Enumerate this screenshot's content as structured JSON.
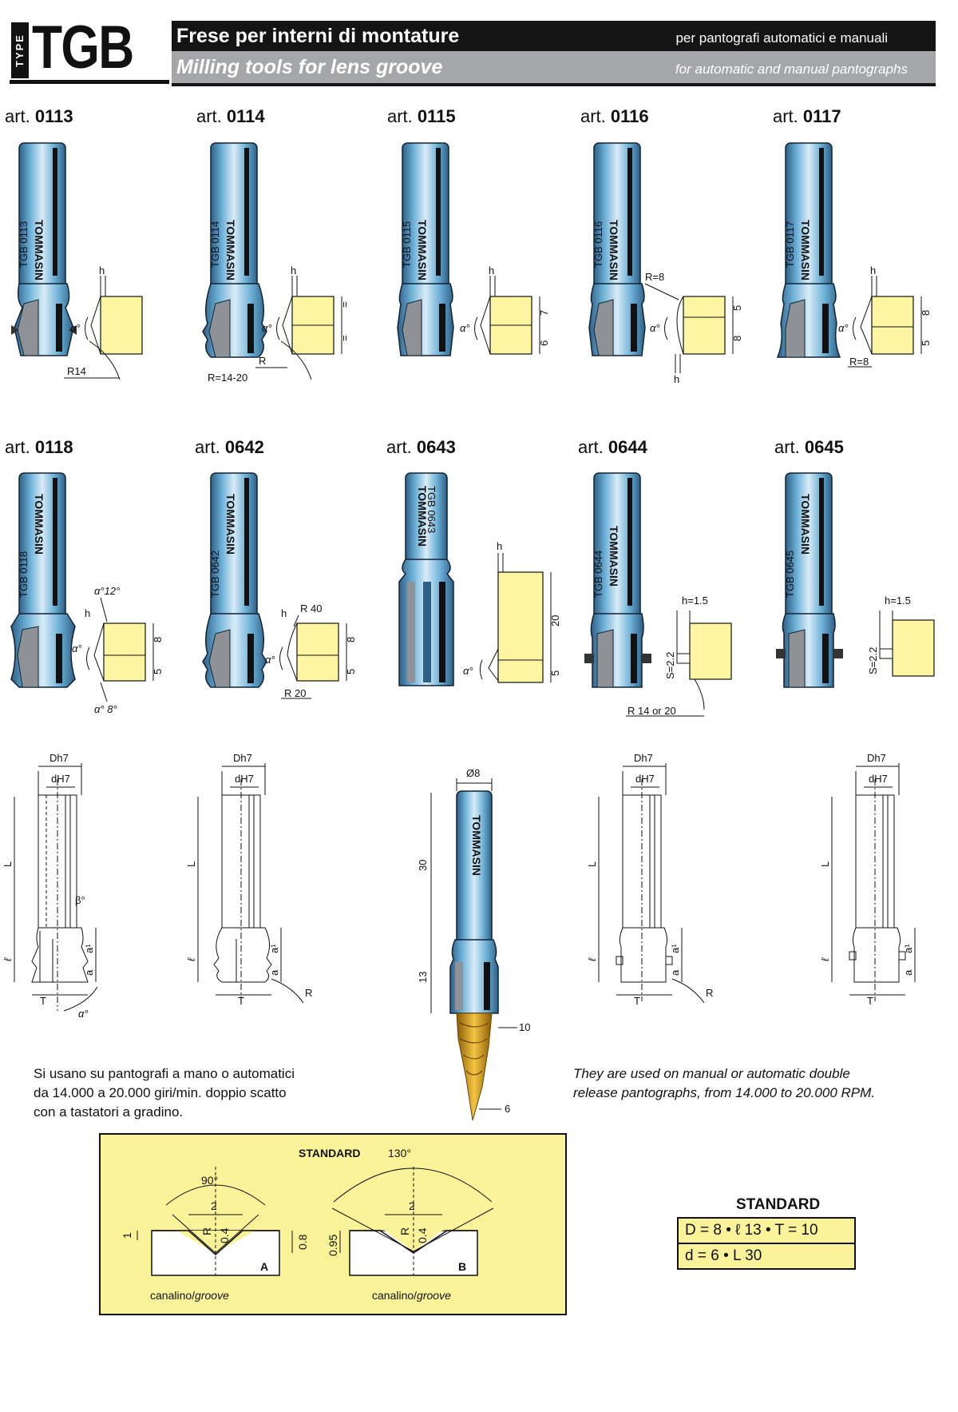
{
  "header": {
    "type_label": "TYPE",
    "type_code": "TGB",
    "title_it": "Frese per interni di montature",
    "subtitle_it": "per pantografi automatici e manuali",
    "title_en": "Milling tools for lens groove",
    "subtitle_en": "for automatic and manual pantographs"
  },
  "brand": "TOMMASIN",
  "articles_row1": [
    {
      "prefix": "art.",
      "code": "0113",
      "mark": "TGB 0113",
      "dims": [
        "h",
        "α°",
        "R14"
      ]
    },
    {
      "prefix": "art.",
      "code": "0114",
      "mark": "TGB 0114",
      "dims": [
        "h",
        "α°",
        "R",
        "=",
        "=",
        "R=14-20"
      ]
    },
    {
      "prefix": "art.",
      "code": "0115",
      "mark": "TGB 0115",
      "dims": [
        "h",
        "α°",
        "7",
        "6"
      ]
    },
    {
      "prefix": "art.",
      "code": "0116",
      "mark": "TGB 0116",
      "dims": [
        "R=8",
        "α°",
        "5",
        "8",
        "h"
      ]
    },
    {
      "prefix": "art.",
      "code": "0117",
      "mark": "TGB 0117",
      "dims": [
        "h",
        "α°",
        "8",
        "5",
        "R=8"
      ]
    }
  ],
  "articles_row2": [
    {
      "prefix": "art.",
      "code": "0118",
      "mark": "TGB 0118",
      "dims": [
        "α°12°",
        "h",
        "α°",
        "8",
        "5",
        "α° 8°"
      ]
    },
    {
      "prefix": "art.",
      "code": "0642",
      "mark": "TGB 0642",
      "dims": [
        "h",
        "R 40",
        "α°",
        "8",
        "5",
        "R 20"
      ]
    },
    {
      "prefix": "art.",
      "code": "0643",
      "mark": "TGB 0643",
      "dims": [
        "h",
        "20",
        "α°",
        "5"
      ]
    },
    {
      "prefix": "art.",
      "code": "0644",
      "mark": "TGB 0644",
      "dims": [
        "h=1.5",
        "S=2.2",
        "R 14 or 20"
      ]
    },
    {
      "prefix": "art.",
      "code": "0645",
      "mark": "TGB 0645",
      "dims": [
        "h=1.5",
        "S=2.2"
      ]
    }
  ],
  "tech": {
    "D": "Dh7",
    "d": "dH7",
    "L": "L",
    "l": "ℓ",
    "beta": "β°",
    "a1": "a¹",
    "a": "a",
    "T": "T",
    "R": "R",
    "alpha": "α°",
    "d8": "Ø8",
    "d30": "30",
    "d13": "13",
    "d10": "10",
    "d6": "6"
  },
  "text": {
    "it": [
      "Si usano su pantografi a mano o automatici",
      "da 14.000 a 20.000 giri/min. doppio scatto",
      "con a tastatori a gradino."
    ],
    "en": [
      "They are used on manual or automatic double",
      "release pantographs, from 14.000 to 20.000 RPM."
    ]
  },
  "standard_box": {
    "title": "STANDARD",
    "A": {
      "angle": "90°",
      "width": "2",
      "r": "R",
      "rv": "0.4",
      "left": "1",
      "right": "0.8",
      "letter": "A",
      "caption_it": "canalino/",
      "caption_en": "groove"
    },
    "B": {
      "angle": "130°",
      "width": "2",
      "r": "R",
      "rv": "0.4",
      "left": "0.95",
      "letter": "B",
      "caption_it": "canalino/",
      "caption_en": "groove"
    }
  },
  "standard_table": {
    "title": "STANDARD",
    "row1": "D = 8  •  ℓ 13  •  T = 10",
    "row2": "d = 6  •  L 30"
  },
  "colors": {
    "steel": "#6fb2d8",
    "steel_dark": "#2d5f86",
    "insert": "#8e9296",
    "profile": "#fdf5a2",
    "drill": "#d8a21b"
  }
}
